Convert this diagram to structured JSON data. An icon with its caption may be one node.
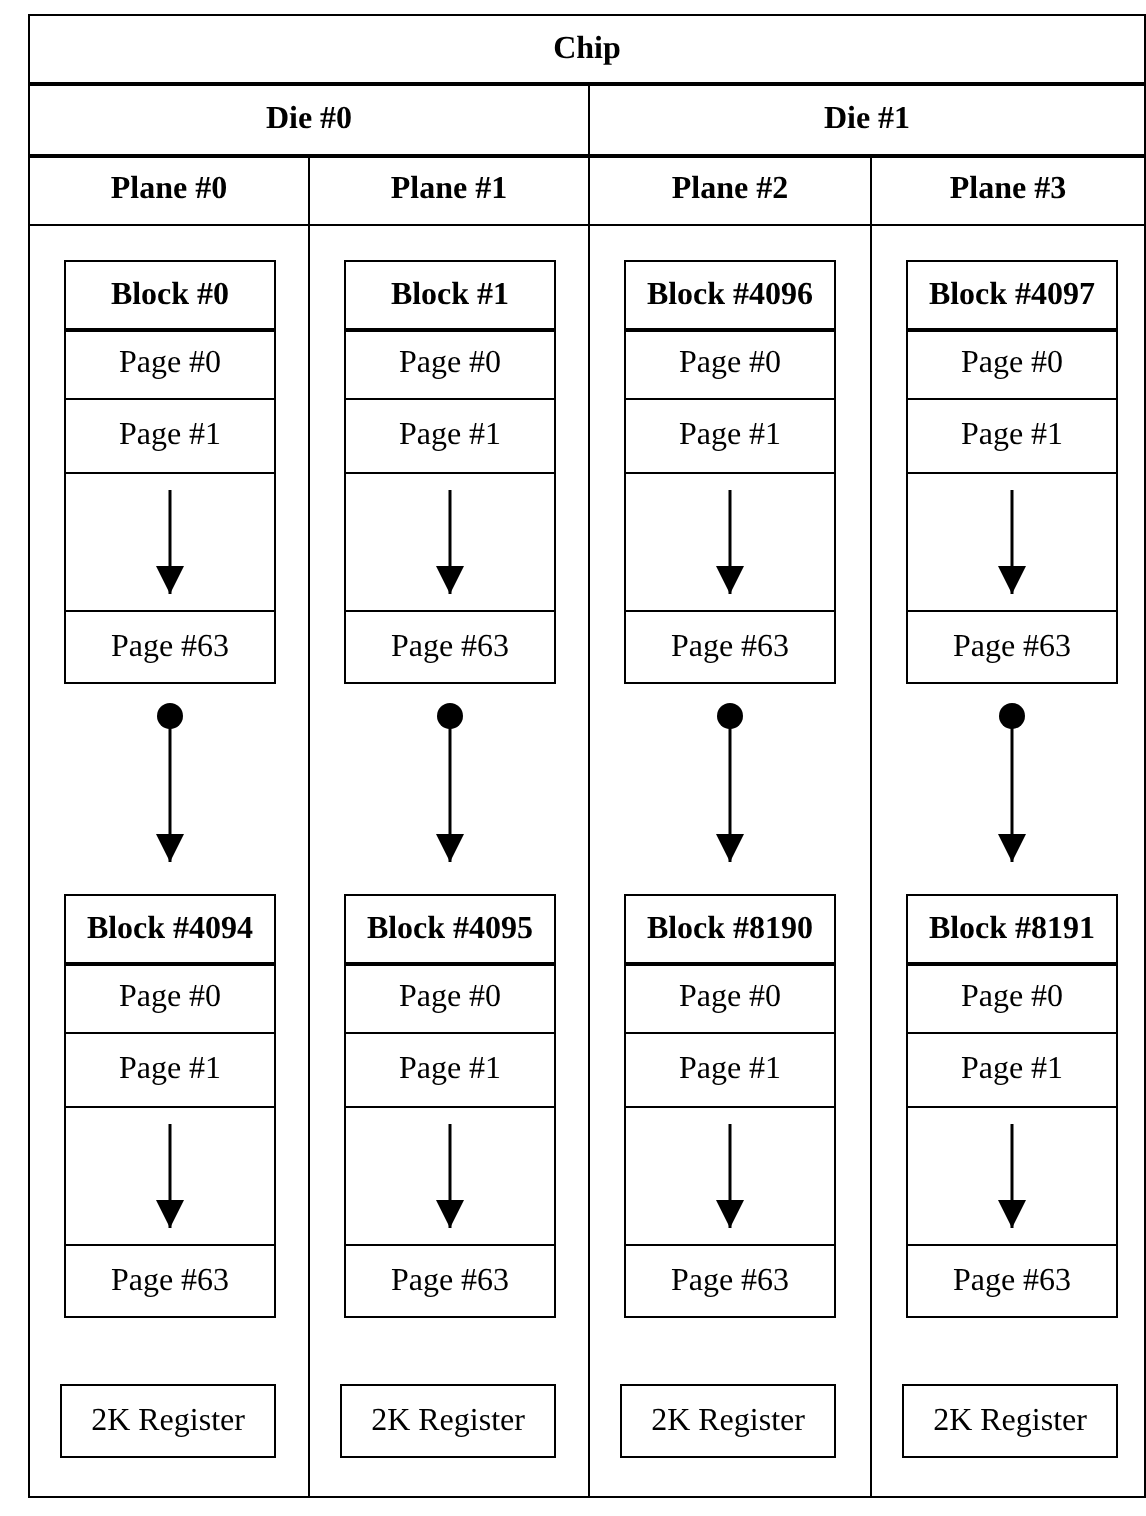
{
  "diagram": {
    "nodes": [
      {
        "text": [
          "Chip"
        ]
      },
      {
        "text": [
          "Die #0"
        ],
        "in": 0
      },
      {
        "text": [
          "Plane #0"
        ],
        "in": 1
      },
      {
        "text": [
          "Block #0"
        ],
        "in": 2
      },
      {
        "text": [
          "Page #0"
        ],
        "in": 3
      },
      {
        "text": [
          "Page #1"
        ],
        "in": 3
      },
      {
        "text": [
          "Page #63"
        ],
        "in": 3
      },
      {
        "text": [
          "Block #4094"
        ],
        "in": 2
      },
      {
        "text": [
          "Page #0"
        ],
        "in": 7
      },
      {
        "text": [
          "Page #1"
        ],
        "in": 7
      },
      {
        "text": [
          "Page #63"
        ],
        "in": 7
      },
      {
        "text": [
          "2K Register"
        ],
        "in": 2
      },
      {
        "text": [
          "Plane #1"
        ],
        "in": 1
      },
      {
        "text": [
          "Block #1"
        ],
        "in": 12
      },
      {
        "text": [
          "Page #0"
        ],
        "in": 13
      },
      {
        "text": [
          "Page #1"
        ],
        "in": 13
      },
      {
        "text": [
          "Page #63"
        ],
        "in": 13
      },
      {
        "text": [
          "Block #4095"
        ],
        "in": 12
      },
      {
        "text": [
          "Page #0"
        ],
        "in": 17
      },
      {
        "text": [
          "Page #1"
        ],
        "in": 17
      },
      {
        "text": [
          "Page #63"
        ],
        "in": 17
      },
      {
        "text": [
          "2K Register"
        ],
        "in": 12
      },
      {
        "text": [
          "Die #1"
        ],
        "in": 0
      },
      {
        "text": [
          "Plane #2"
        ],
        "in": 22
      },
      {
        "text": [
          "Block #4096"
        ],
        "in": 23
      },
      {
        "text": [
          "Page #0"
        ],
        "in": 24
      },
      {
        "text": [
          "Page #1"
        ],
        "in": 24
      },
      {
        "text": [
          "Page #63"
        ],
        "in": 24
      },
      {
        "text": [
          "Block #8190"
        ],
        "in": 23
      },
      {
        "text": [
          "Page #0"
        ],
        "in": 28
      },
      {
        "text": [
          "Page #1"
        ],
        "in": 28
      },
      {
        "text": [
          "Page #63"
        ],
        "in": 28
      },
      {
        "text": [
          "2K Register"
        ],
        "in": 23
      },
      {
        "text": [
          "Plane #3"
        ],
        "in": 22
      },
      {
        "text": [
          "Block #4097"
        ],
        "in": 33
      },
      {
        "text": [
          "Page #0"
        ],
        "in": 34
      },
      {
        "text": [
          "Page #1"
        ],
        "in": 34
      },
      {
        "text": [
          "Page #63"
        ],
        "in": 34
      },
      {
        "text": [
          "Block #8191"
        ],
        "in": 33
      },
      {
        "text": [
          "Page #0"
        ],
        "in": 38
      },
      {
        "text": [
          "Page #1"
        ],
        "in": 38
      },
      {
        "text": [
          "Page #63"
        ],
        "in": 38
      },
      {
        "text": [
          "2K Register"
        ],
        "in": 33
      }
    ],
    "edges": [
      {
        "from": 5,
        "to": 6,
        "arrow": "to"
      },
      {
        "from": 3,
        "to": 7,
        "arrow": "to"
      },
      {
        "from": 9,
        "to": 10,
        "arrow": "to"
      },
      {
        "from": 15,
        "to": 16,
        "arrow": "to"
      },
      {
        "from": 13,
        "to": 17,
        "arrow": "to"
      },
      {
        "from": 19,
        "to": 20,
        "arrow": "to"
      },
      {
        "from": 26,
        "to": 27,
        "arrow": "to"
      },
      {
        "from": 24,
        "to": 28,
        "arrow": "to"
      },
      {
        "from": 30,
        "to": 31,
        "arrow": "to"
      },
      {
        "from": 36,
        "to": 37,
        "arrow": "to"
      },
      {
        "from": 34,
        "to": 38,
        "arrow": "to"
      },
      {
        "from": 40,
        "to": 41,
        "arrow": "to"
      }
    ]
  }
}
